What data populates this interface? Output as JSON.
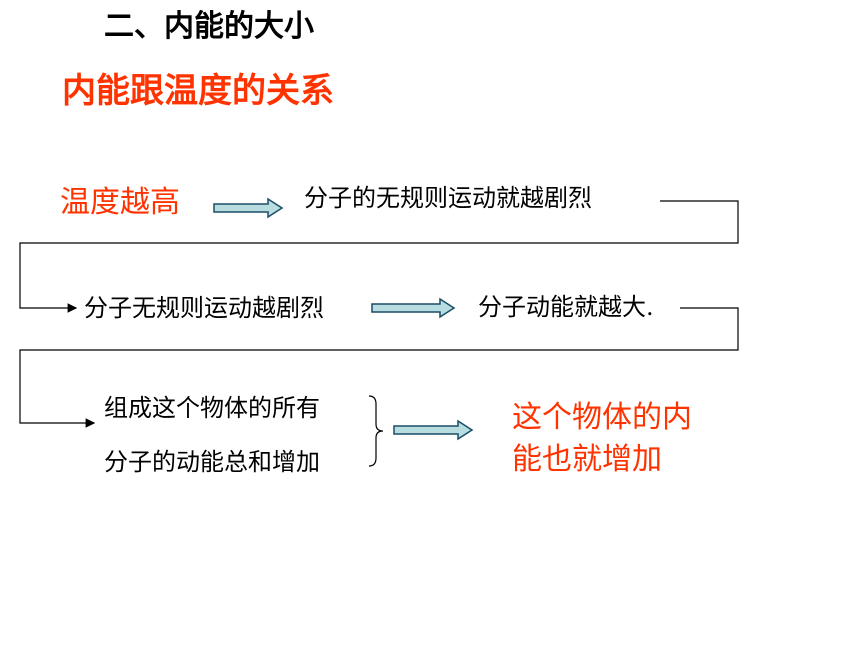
{
  "slide": {
    "heading": "二、内能的大小",
    "subheading": "内能跟温度的关系",
    "flow": {
      "step1": "温度越高",
      "step2": "分子的无规则运动就越剧烈",
      "step3": "分子无规则运动越剧烈",
      "step4": "分子动能就越大.",
      "step5_line1": "组成这个物体的所有",
      "step5_line2": "分子的动能总和增加",
      "result_line1": "这个物体的内",
      "result_line2": "能也就增加"
    }
  },
  "colors": {
    "accent_red": "#ff3300",
    "arrow_fill": "#b7dde0",
    "arrow_stroke": "#1a4d66",
    "text": "#000000"
  }
}
